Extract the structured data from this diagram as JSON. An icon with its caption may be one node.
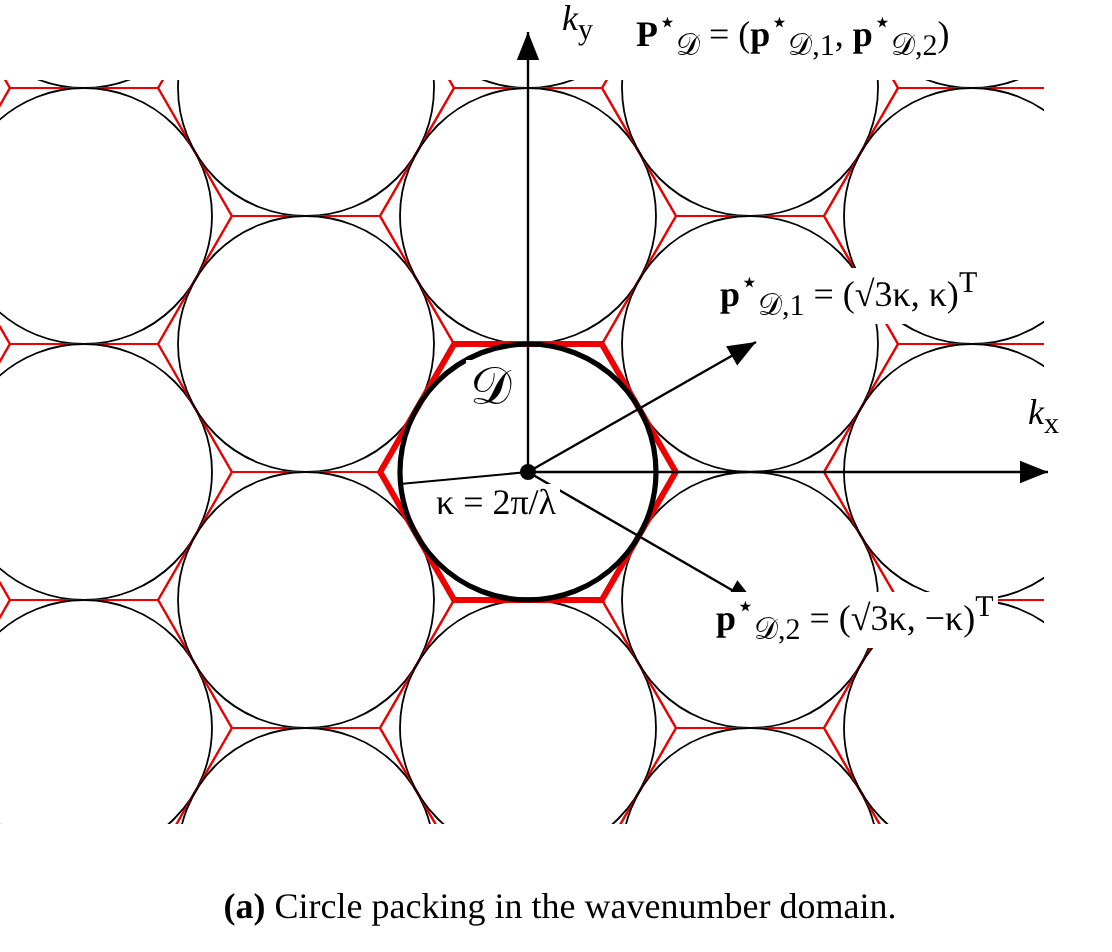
{
  "diagram": {
    "caption": "**(a)** Circle packing in the wavenumber domain.",
    "labels": [
      "*k*$_{y}$",
      "**P**$^{⋆}$$_{𝒟}$ = (**p**$^{⋆}$$_{𝒟,1}$, **p**$^{⋆}$$_{𝒟,2}$)",
      "**p**$^{⋆}$$_{𝒟,1}$ = (√3κ, κ)$^{T}$",
      "𝒟",
      "*k*$_{x}$",
      "κ = 2π/λ",
      "**p**$^{⋆}$$_{𝒟,2}$ = (√3κ, −κ)$^{T}$"
    ]
  }
}
